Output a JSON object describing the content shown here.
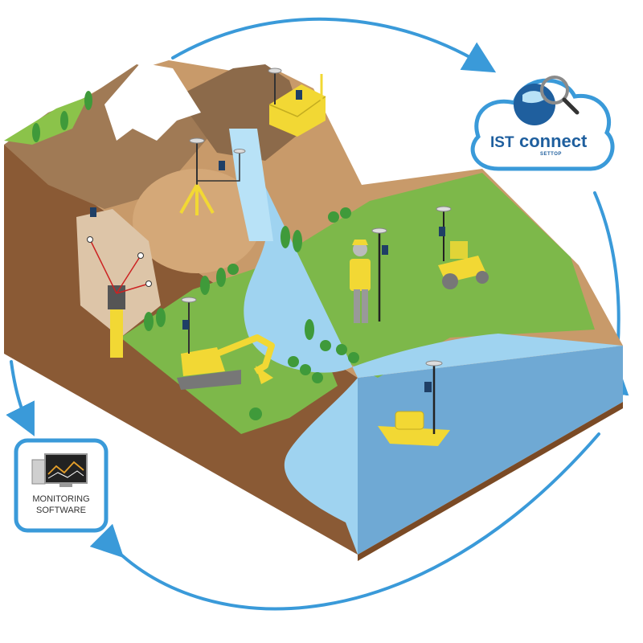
{
  "cloud": {
    "brand_prefix": "IST",
    "brand_name": "connect",
    "sub_label": "SETTOP"
  },
  "monitoring": {
    "line1": "MONITORING",
    "line2": "SOFTWARE"
  },
  "colors": {
    "arrow_blue": "#3a9ad9",
    "box_border": "#3a9ad9",
    "water": "#9fd3f0",
    "grass": "#7db84a",
    "soil": "#c89a6a",
    "equipment_yellow": "#f2d834"
  }
}
